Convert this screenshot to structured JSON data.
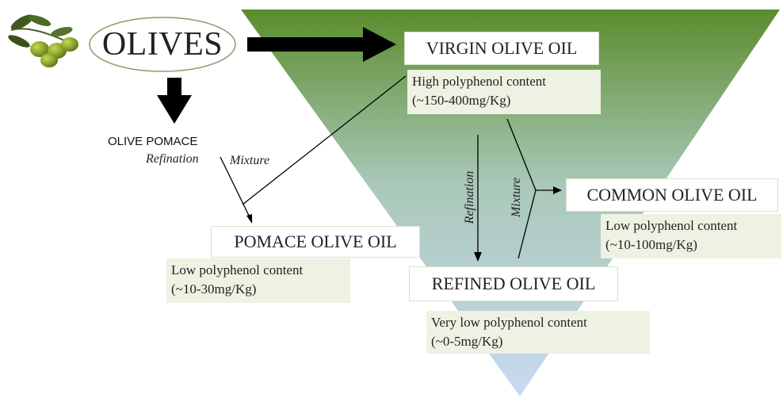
{
  "colors": {
    "triangle_top": "#5a8c2c",
    "triangle_bottom": "#c9d9f2",
    "note_bg": "#eef2e2",
    "arrow": "#000000"
  },
  "source": {
    "label": "OLIVES",
    "icon": "olive-branch-icon"
  },
  "virgin": {
    "title": "VIRGIN OLIVE OIL",
    "note_line1": "High polyphenol content",
    "note_line2": "(~150-400mg/Kg)"
  },
  "pomace_source": {
    "label": "OLIVE POMACE"
  },
  "labels": {
    "refination_left": "Refination",
    "mixture_left": "Mixture",
    "refination_center": "Refination",
    "mixture_center": "Mixture"
  },
  "pomace_oil": {
    "title": "POMACE OLIVE OIL",
    "note_line1": "Low polyphenol content",
    "note_line2": "(~10-30mg/Kg)"
  },
  "refined": {
    "title": "REFINED OLIVE OIL",
    "note_line1": "Very low polyphenol content",
    "note_line2": "(~0-5mg/Kg)"
  },
  "common": {
    "title": "COMMON OLIVE OIL",
    "note_line1": "Low polyphenol content",
    "note_line2": "(~10-100mg/Kg)"
  }
}
